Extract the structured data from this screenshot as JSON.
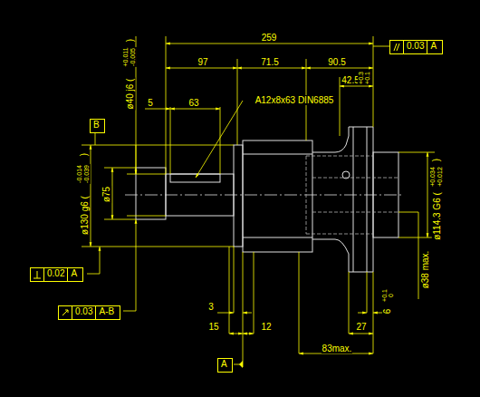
{
  "diagram": {
    "nodes": [
      {
        "text": [
          "0.03",
          "A"
        ]
      },
      {
        "text": [
          "B"
        ]
      },
      {
        "text": [
          "0.02",
          "A"
        ]
      },
      {
        "text": [
          "0.03",
          "A-B"
        ]
      },
      {
        "text": [
          "A"
        ]
      }
    ],
    "labels": [
      "259",
      "97",
      "71.5",
      "90.5",
      "42.5",
      "+0.3",
      "+0.1",
      "5",
      "63",
      "A12x8x63 DIN6885",
      "ø40 j6 (",
      "+0.011",
      "-0.005",
      ")",
      "ø75",
      "ø130 g6 (",
      "-0.014",
      "-0.039",
      ")",
      "ø114.3 G6 (",
      "+0.034",
      "+0.012",
      ")",
      "ø38 max.",
      "3",
      "15",
      "12",
      "27",
      "83max.",
      "6",
      "+0.1",
      "0"
    ]
  }
}
